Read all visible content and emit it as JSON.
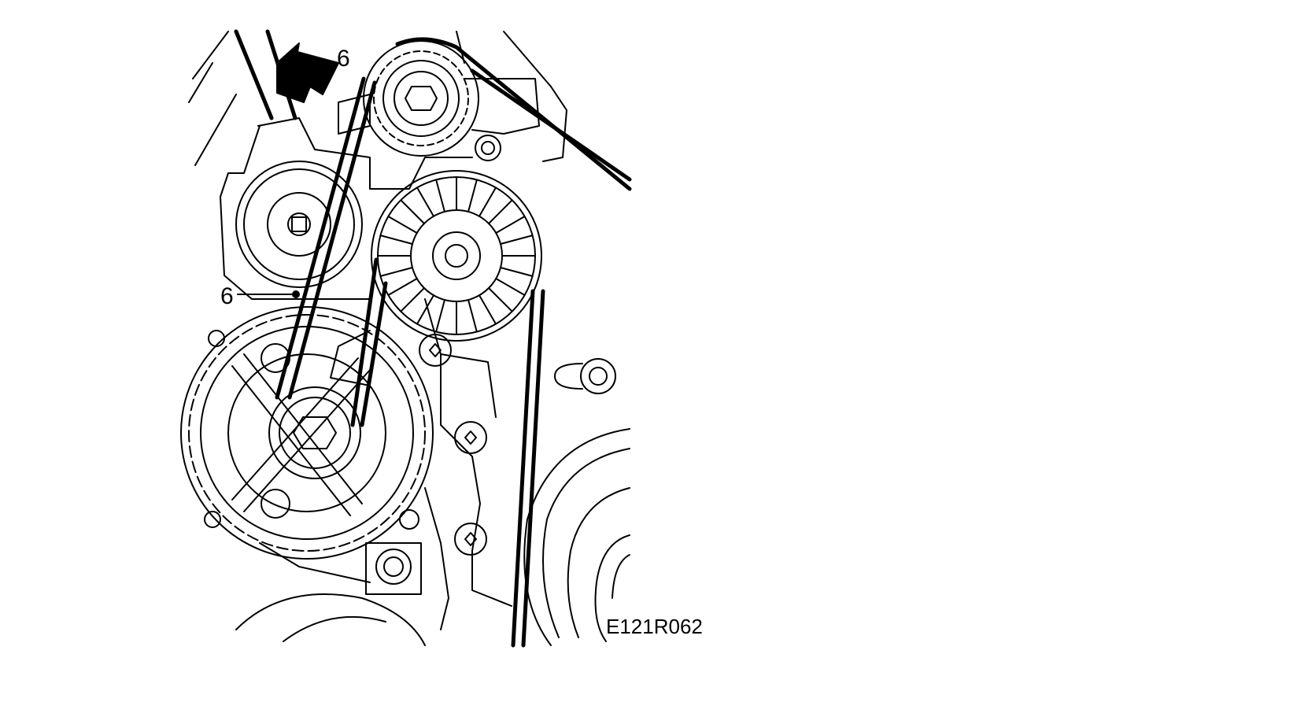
{
  "diagram": {
    "callouts": {
      "top": "6",
      "left": "6"
    },
    "figure_code": "E121R062",
    "colors": {
      "line": "#000000",
      "background": "#ffffff"
    },
    "icons": {
      "direction_arrow": "arrow-icon"
    }
  }
}
